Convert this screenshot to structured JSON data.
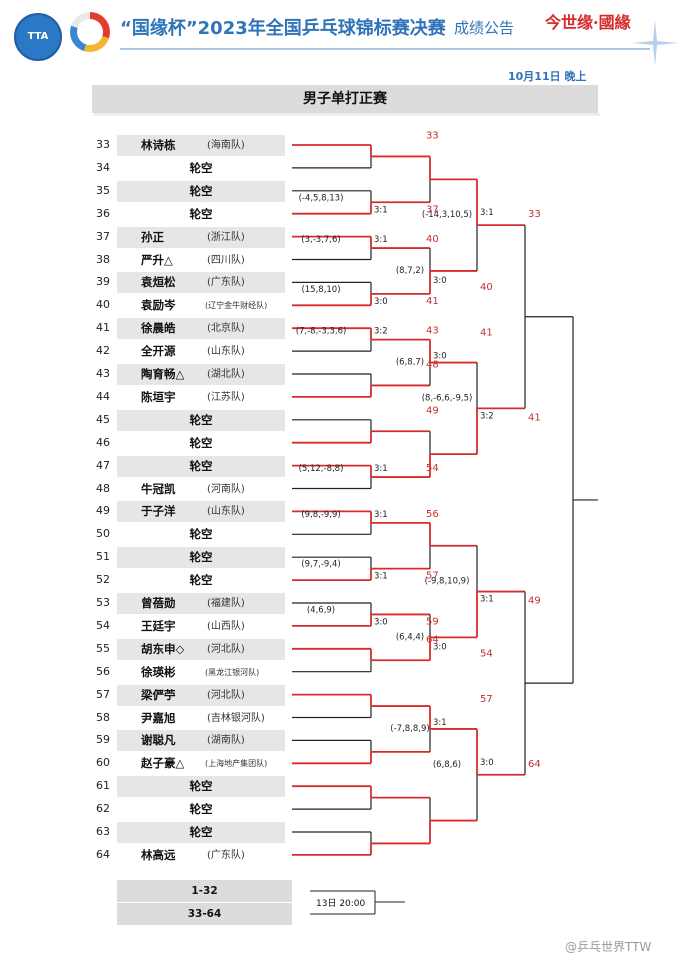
{
  "header": {
    "title": "“国缘杯”2023年全国乒乓球锦标赛决赛",
    "subtitle": "成绩公告",
    "sponsor": "今世缘·國緣",
    "logo1_text": "TTA"
  },
  "date": "10月11日 晚上",
  "event": "男子单打正赛",
  "players": [
    {
      "num": "33",
      "name": "林诗栋",
      "team": "(海南队)",
      "bye": false
    },
    {
      "num": "34",
      "name": "轮空",
      "team": "",
      "bye": true
    },
    {
      "num": "35",
      "name": "轮空",
      "team": "",
      "bye": true
    },
    {
      "num": "36",
      "name": "轮空",
      "team": "",
      "bye": true
    },
    {
      "num": "37",
      "name": "孙正",
      "team": "(浙江队)",
      "bye": false
    },
    {
      "num": "38",
      "name": "严升△",
      "team": "(四川队)",
      "bye": false
    },
    {
      "num": "39",
      "name": "袁烜松",
      "team": "(广东队)",
      "bye": false
    },
    {
      "num": "40",
      "name": "袁励岑",
      "team": "(辽宁金牛财经队)",
      "bye": false,
      "small": true
    },
    {
      "num": "41",
      "name": "徐晨皓",
      "team": "(北京队)",
      "bye": false
    },
    {
      "num": "42",
      "name": "全开源",
      "team": "(山东队)",
      "bye": false
    },
    {
      "num": "43",
      "name": "陶育畅△",
      "team": "(湖北队)",
      "bye": false
    },
    {
      "num": "44",
      "name": "陈垣宇",
      "team": "(江苏队)",
      "bye": false
    },
    {
      "num": "45",
      "name": "轮空",
      "team": "",
      "bye": true
    },
    {
      "num": "46",
      "name": "轮空",
      "team": "",
      "bye": true
    },
    {
      "num": "47",
      "name": "轮空",
      "team": "",
      "bye": true
    },
    {
      "num": "48",
      "name": "牛冠凯",
      "team": "(河南队)",
      "bye": false
    },
    {
      "num": "49",
      "name": "于子洋",
      "team": "(山东队)",
      "bye": false
    },
    {
      "num": "50",
      "name": "轮空",
      "team": "",
      "bye": true
    },
    {
      "num": "51",
      "name": "轮空",
      "team": "",
      "bye": true
    },
    {
      "num": "52",
      "name": "轮空",
      "team": "",
      "bye": true
    },
    {
      "num": "53",
      "name": "曾蓓勋",
      "team": "(福建队)",
      "bye": false
    },
    {
      "num": "54",
      "name": "王廷宇",
      "team": "(山西队)",
      "bye": false
    },
    {
      "num": "55",
      "name": "胡东申◇",
      "team": "(河北队)",
      "bye": false
    },
    {
      "num": "56",
      "name": "徐瑛彬",
      "team": "(黑龙江银河队)",
      "bye": false,
      "small": true
    },
    {
      "num": "57",
      "name": "梁俨苧",
      "team": "(河北队)",
      "bye": false
    },
    {
      "num": "58",
      "name": "尹嘉旭",
      "team": "(吉林银河队)",
      "bye": false
    },
    {
      "num": "59",
      "name": "谢聪凡",
      "team": "(湖南队)",
      "bye": false
    },
    {
      "num": "60",
      "name": "赵子豪△",
      "team": "(上海地产集团队)",
      "bye": false,
      "small": true
    },
    {
      "num": "61",
      "name": "轮空",
      "team": "",
      "bye": true
    },
    {
      "num": "62",
      "name": "轮空",
      "team": "",
      "bye": true
    },
    {
      "num": "63",
      "name": "轮空",
      "team": "",
      "bye": true
    },
    {
      "num": "64",
      "name": "林高远",
      "team": "(广东队)",
      "bye": false
    }
  ],
  "results": {
    "r1": [
      {
        "label": "33",
        "scores": "",
        "set": ""
      },
      {
        "label": "37",
        "scores": "(-4,5,8,13)",
        "set": "3:1"
      },
      {
        "label": "40",
        "scores": "(3,-3,7,6)",
        "set": "3:1"
      },
      {
        "label": "41",
        "scores": "(15,8,10)",
        "set": "3:0"
      },
      {
        "label": "43",
        "scores": "(7,-8,-3,3,6)",
        "set": "3:2"
      },
      {
        "label": "48",
        "scores": "",
        "set": ""
      },
      {
        "label": "49",
        "scores": "",
        "set": ""
      },
      {
        "label": "54",
        "scores": "(5,12,-8,8)",
        "set": "3:1"
      },
      {
        "label": "56",
        "scores": "(9,8,-9,9)",
        "set": "3:1"
      },
      {
        "label": "57",
        "scores": "(9,7,-9,4)",
        "set": "3:1"
      },
      {
        "label": "59",
        "scores": "(4,6,9)",
        "set": "3:0"
      },
      {
        "label": "64",
        "scores": "",
        "set": ""
      }
    ],
    "r2": [
      {
        "label": "40",
        "scores": "(8,7,2)",
        "set": "3:0"
      },
      {
        "label": "41",
        "scores": "(6,8,7)",
        "set": "3:0"
      },
      {
        "label": "54",
        "scores": "(6,4,4)",
        "set": "3:0"
      },
      {
        "label": "57",
        "scores": "(-7,8,8,9)",
        "set": "3:1"
      }
    ],
    "r3": [
      {
        "label": "33",
        "scores": "(-14,3,10,5)",
        "set": "3:1"
      },
      {
        "label": "41",
        "scores": "(8,-6,6,-9,5)",
        "set": "3:2"
      },
      {
        "label": "49",
        "scores": "(-9,8,10,9)",
        "set": "3:1"
      },
      {
        "label": "64",
        "scores": "(6,8,6)",
        "set": "3:0"
      }
    ]
  },
  "schedule": [
    {
      "label": "1-32"
    },
    {
      "label": "33-64"
    }
  ],
  "schedule_time": "13日 20:00",
  "watermark": "@乒乓世界TTW",
  "colors": {
    "accent": "#2f74b9",
    "win_line": "#d92b2b",
    "text_red": "#c53030",
    "shade": "#e6e6e6"
  }
}
